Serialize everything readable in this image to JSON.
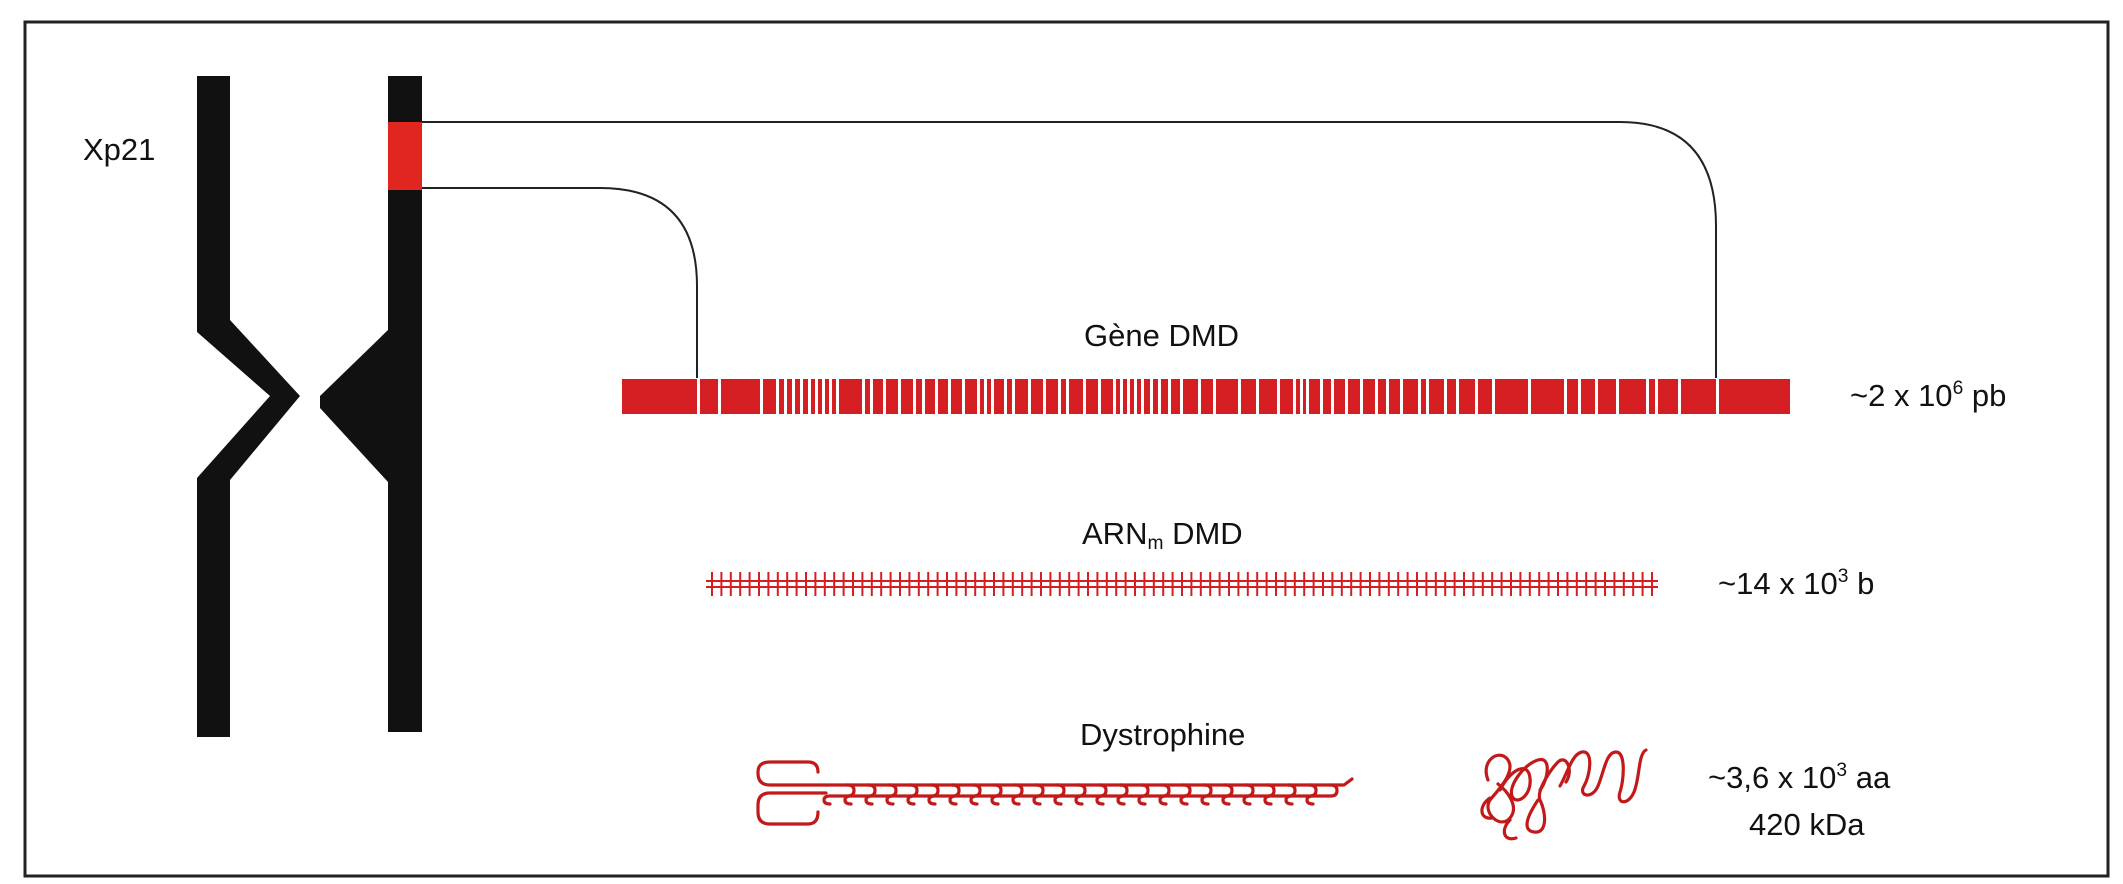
{
  "colors": {
    "chromosome": "#111111",
    "gene": "#d41e22",
    "highlight": "#e0261f",
    "line": "#222222",
    "frame": "#222222",
    "protein": "#c21a1a"
  },
  "chromosome": {
    "label": "Xp21"
  },
  "gene": {
    "title": "Gène DMD",
    "size_prefix": "~2 x 10",
    "size_exp": "6",
    "size_suffix": " pb"
  },
  "mrna": {
    "title_main": "ARN",
    "title_sub": "m",
    "title_rest": " DMD",
    "size_prefix": "~14 x 10",
    "size_exp": "3",
    "size_suffix": " b"
  },
  "protein": {
    "title": "Dystrophine",
    "size_prefix": "~3,6 x 10",
    "size_exp": "3",
    "size_suffix": " aa",
    "mass": "420 kDa"
  }
}
